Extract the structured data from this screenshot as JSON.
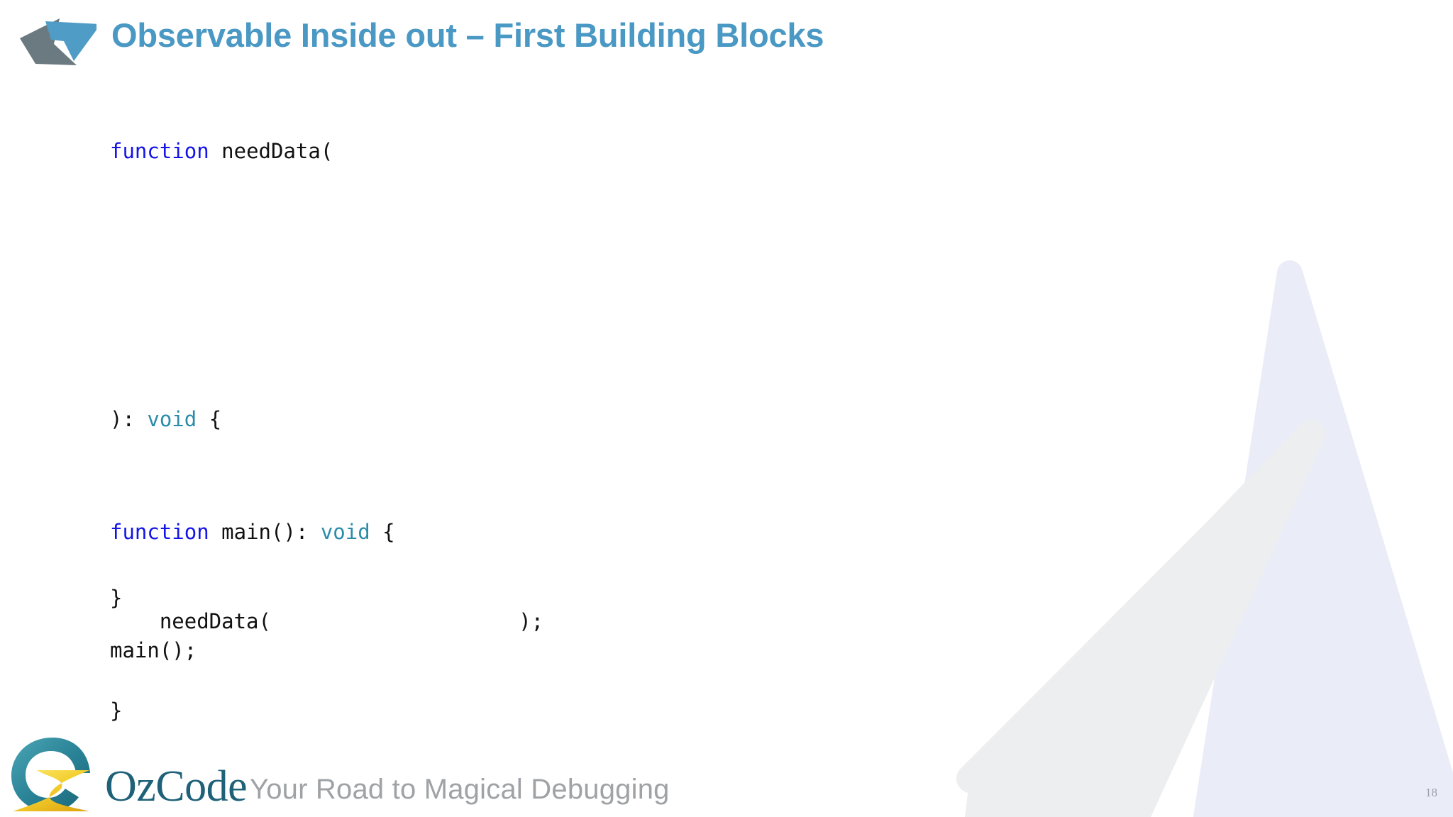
{
  "slide": {
    "title": "Observable Inside out – First Building Blocks",
    "page_number": "18",
    "title_color": "#4a98c4",
    "background_color": "#ffffff"
  },
  "header": {
    "logo_icon_name": "dual-arrow-logo-icon",
    "logo_colors": {
      "blue_arrow": "#4f9cc6",
      "gray_arrow": "#6b7a80"
    }
  },
  "code": {
    "language": "typescript",
    "syntax_colors": {
      "keyword": "#1414e6",
      "type": "#2b8caa",
      "plain": "#111111"
    },
    "block_need_data": [
      {
        "indent": 0,
        "tokens": [
          {
            "text": "function",
            "kind": "kw"
          },
          {
            "text": " needData(",
            "kind": "plain"
          }
        ]
      },
      {
        "indent": 0,
        "tokens": [
          {
            "text": "",
            "kind": "plain"
          }
        ]
      },
      {
        "indent": 0,
        "tokens": [
          {
            "text": "",
            "kind": "plain"
          }
        ]
      },
      {
        "indent": 0,
        "tokens": [
          {
            "text": "): ",
            "kind": "plain"
          },
          {
            "text": "void",
            "kind": "type"
          },
          {
            "text": " {",
            "kind": "plain"
          }
        ]
      },
      {
        "indent": 0,
        "tokens": [
          {
            "text": "",
            "kind": "plain"
          }
        ]
      },
      {
        "indent": 0,
        "tokens": [
          {
            "text": "}",
            "kind": "plain"
          }
        ]
      }
    ],
    "block_main": [
      {
        "indent": 0,
        "tokens": [
          {
            "text": "function",
            "kind": "kw"
          },
          {
            "text": " main(): ",
            "kind": "plain"
          },
          {
            "text": "void",
            "kind": "type"
          },
          {
            "text": " {",
            "kind": "plain"
          }
        ]
      },
      {
        "indent": 0,
        "tokens": [
          {
            "text": "    needData(",
            "kind": "plain"
          },
          {
            "text": "                    ",
            "kind": "plain"
          },
          {
            "text": ");",
            "kind": "plain"
          }
        ]
      },
      {
        "indent": 0,
        "tokens": [
          {
            "text": "}",
            "kind": "plain"
          }
        ]
      }
    ],
    "block_call": [
      {
        "indent": 0,
        "tokens": [
          {
            "text": "main();",
            "kind": "plain"
          }
        ]
      }
    ]
  },
  "footer": {
    "brand_name": "OzCode",
    "tagline": "Your Road to Magical Debugging",
    "brand_color": "#1f6178",
    "tagline_color": "#9fa3a6",
    "logo_icon_name": "ozcode-road-logo-icon",
    "logo_colors": {
      "ring_teal_dark": "#1f7185",
      "ring_teal_light": "#44a0b0",
      "road_yellow_light": "#f7d94a",
      "road_yellow_dark": "#e2ae16"
    }
  },
  "decorations": {
    "triangle_blue_color": "#eaedf8",
    "triangle_gray_color": "#eceef0"
  }
}
